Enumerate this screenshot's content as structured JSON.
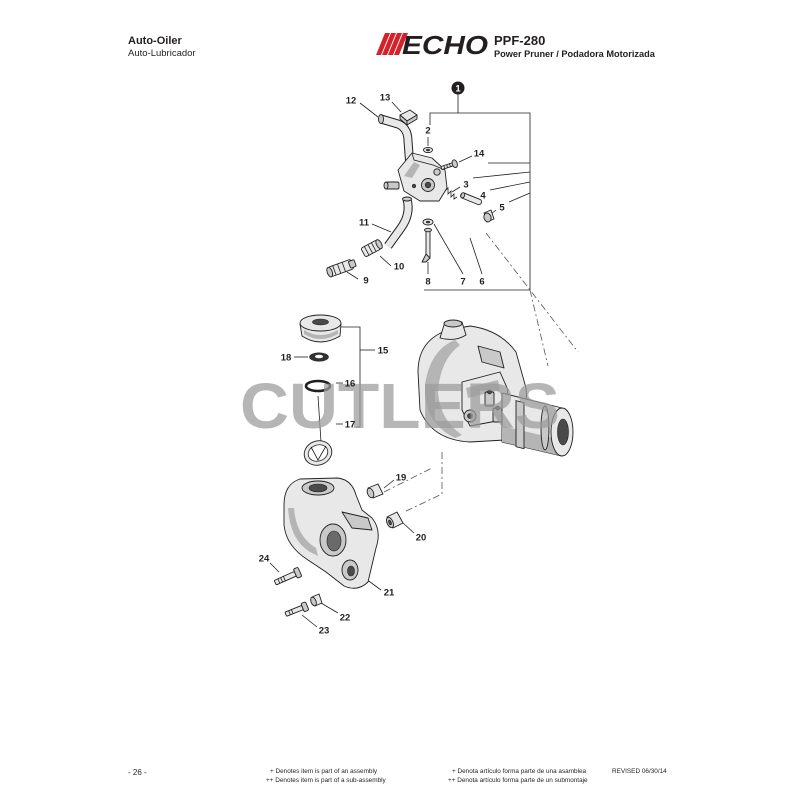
{
  "header": {
    "section_title": "Auto-Oiler",
    "section_subtitle": "Auto-Lubricador",
    "brand": "ECHO",
    "model": "PPF-280",
    "model_description": "Power Pruner / Podadora Motorizada"
  },
  "watermark": "CUTLERS",
  "callouts": [
    "1",
    "2",
    "3",
    "4",
    "5",
    "6",
    "7",
    "8",
    "9",
    "10",
    "11",
    "12",
    "13",
    "14",
    "15",
    "16",
    "17",
    "18",
    "19",
    "20",
    "21",
    "22",
    "23",
    "24"
  ],
  "footer": {
    "page_number": "- 26 -",
    "notes_en": [
      "+ Denotes item is part of an assembly",
      "++ Denotes item is part of a sub-assembly"
    ],
    "notes_es": [
      "+ Denota artículo forma parte de una asamblea",
      "++ Denota artículo forma parte de un submontaje"
    ],
    "revised": "REVISED 06/30/14"
  },
  "colors": {
    "brand_red": "#d3222a",
    "ink": "#231f20",
    "watermark": "#9b9b9b"
  }
}
